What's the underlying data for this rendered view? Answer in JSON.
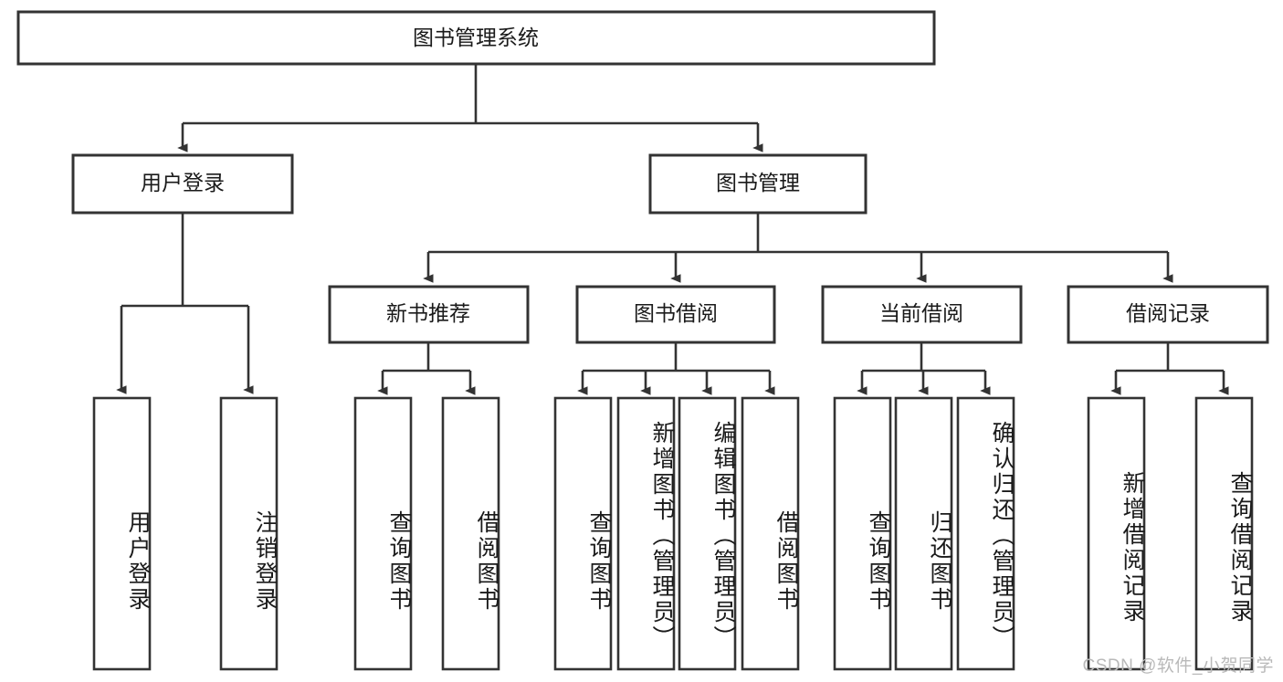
{
  "diagram": {
    "title_node": {
      "label": "图书管理系统"
    },
    "level1": [
      {
        "id": "user-login",
        "label": "用户登录"
      },
      {
        "id": "book-management",
        "label": "图书管理"
      }
    ],
    "level2": [
      {
        "id": "new-book-recommend",
        "label": "新书推荐"
      },
      {
        "id": "book-borrow",
        "label": "图书借阅"
      },
      {
        "id": "current-borrow",
        "label": "当前借阅"
      },
      {
        "id": "borrow-record",
        "label": "借阅记录"
      }
    ],
    "leaves": {
      "user_login": [
        {
          "id": "leaf-user-login",
          "label": "用户登录"
        },
        {
          "id": "leaf-logout-login",
          "label": "注销登录"
        }
      ],
      "new_book_recommend": [
        {
          "id": "leaf-query-book-1",
          "label": "查询图书"
        },
        {
          "id": "leaf-borrow-book-1",
          "label": "借阅图书"
        }
      ],
      "book_borrow": [
        {
          "id": "leaf-query-book-2",
          "label": "查询图书"
        },
        {
          "id": "leaf-add-book-admin",
          "label": "新增图书（管理员）"
        },
        {
          "id": "leaf-edit-book-admin",
          "label": "编辑图书（管理员）"
        },
        {
          "id": "leaf-borrow-book-2",
          "label": "借阅图书"
        }
      ],
      "current_borrow": [
        {
          "id": "leaf-query-book-3",
          "label": "查询图书"
        },
        {
          "id": "leaf-return-book",
          "label": "归还图书"
        },
        {
          "id": "leaf-confirm-return-admin",
          "label": "确认归还（管理员）"
        }
      ],
      "borrow_record": [
        {
          "id": "leaf-add-borrow-record",
          "label": "新增借阅记录"
        },
        {
          "id": "leaf-query-borrow-record",
          "label": "查询借阅记录"
        }
      ]
    },
    "watermark": {
      "text": "CSDN @软件_小贺同学"
    },
    "colors": {
      "stroke": "#333333",
      "box_fill": "#ffffff",
      "text": "#1a1a1a",
      "watermark": "#b9b9b9",
      "background": "#ffffff"
    }
  }
}
